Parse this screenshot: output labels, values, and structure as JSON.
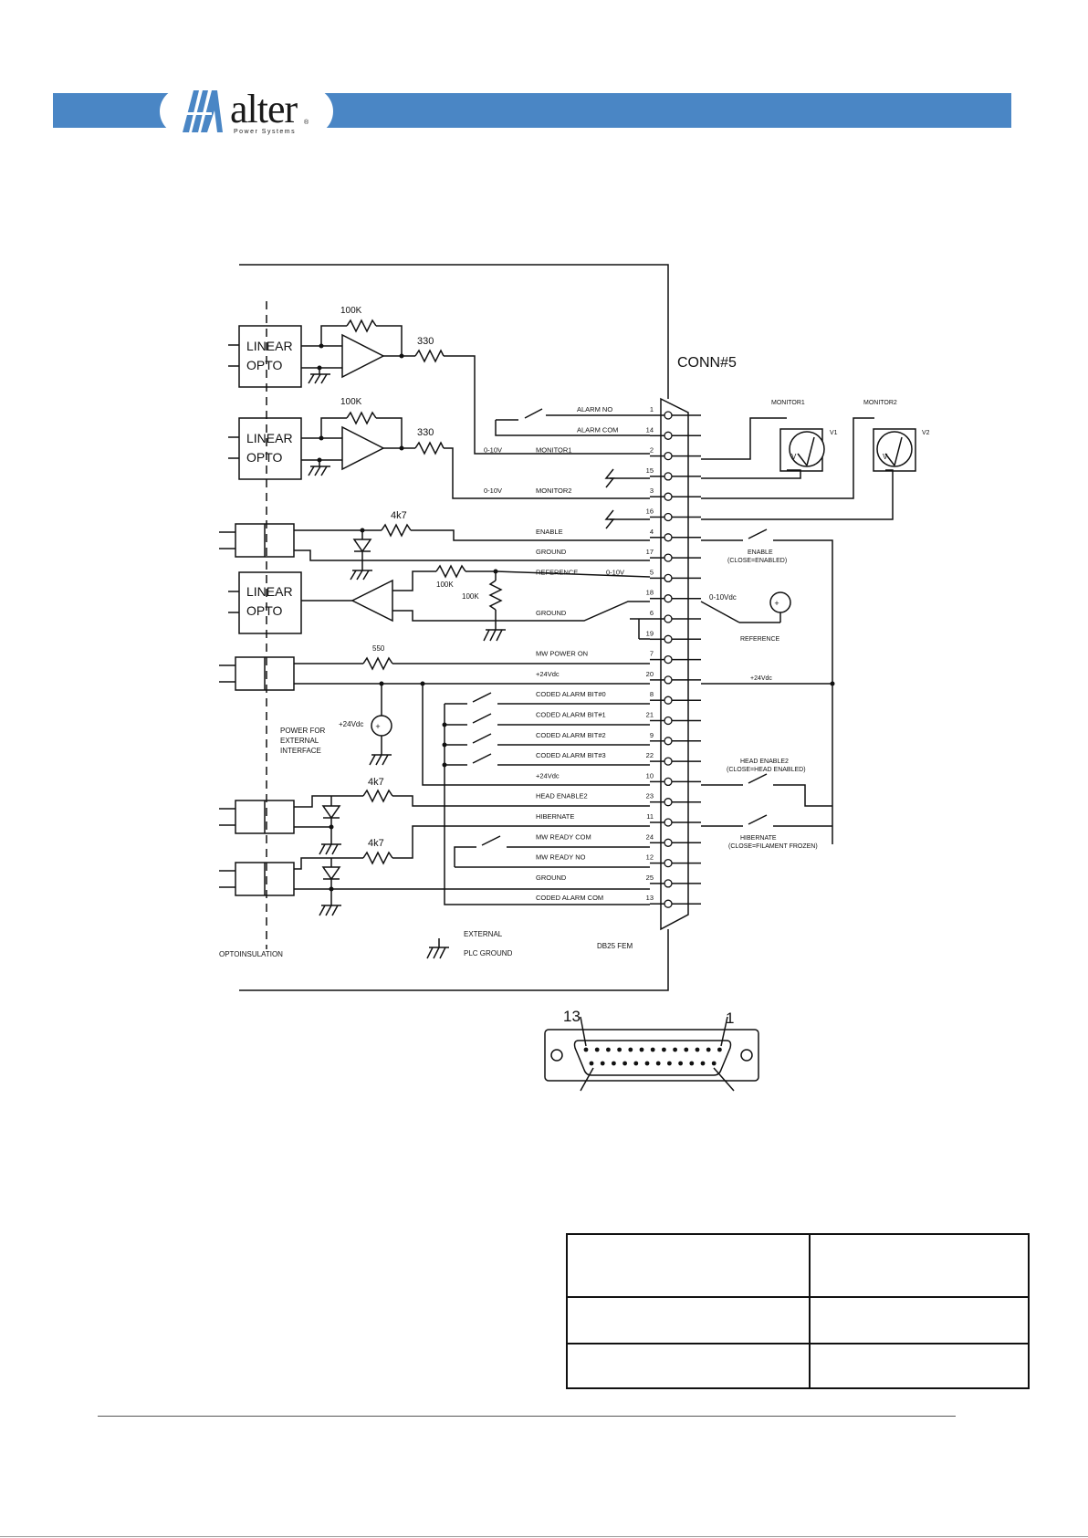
{
  "header": {
    "logo_text": "alter",
    "logo_registered": "®",
    "logo_subtitle": "Power Systems",
    "brand_color": "#4a86c5"
  },
  "diagram": {
    "connector_title": "CONN#5",
    "connector_type": "DB25 FEM",
    "left_blocks": {
      "opto1": [
        "LINEAR",
        "OPTO"
      ],
      "opto2": [
        "LINEAR",
        "OPTO"
      ],
      "opto3": [
        "LINEAR",
        "OPTO"
      ]
    },
    "components": {
      "r100k_1": "100K",
      "r330_1": "330",
      "r100k_2": "100K",
      "r330_2": "330",
      "r4k7_1": "4k7",
      "r100k_3": "100K",
      "r100k_4": "100K",
      "r550": "550",
      "r4k7_2": "4k7",
      "r4k7_3": "4k7",
      "supply_24": "+24Vdc",
      "power_ext": [
        "POWER FOR",
        "EXTERNAL",
        "INTERFACE"
      ],
      "optoinsulation": "OPTOINSULATION",
      "ext_plc": [
        "EXTERNAL",
        "PLC  GROUND"
      ]
    },
    "pins": [
      {
        "num": "1",
        "label": "ALARM  NO",
        "extra": ""
      },
      {
        "num": "14",
        "label": "ALARM  COM",
        "extra": ""
      },
      {
        "num": "2",
        "label": "MONITOR1",
        "extra": "0-10V"
      },
      {
        "num": "15",
        "label": "",
        "extra": ""
      },
      {
        "num": "3",
        "label": "MONITOR2",
        "extra": "0-10V"
      },
      {
        "num": "16",
        "label": "",
        "extra": ""
      },
      {
        "num": "4",
        "label": "ENABLE",
        "extra": ""
      },
      {
        "num": "17",
        "label": "GROUND",
        "extra": ""
      },
      {
        "num": "5",
        "label": "REFERENCE",
        "extra": "0-10V"
      },
      {
        "num": "18",
        "label": "",
        "extra": ""
      },
      {
        "num": "6",
        "label": "GROUND",
        "extra": ""
      },
      {
        "num": "19",
        "label": "",
        "extra": ""
      },
      {
        "num": "7",
        "label": "MW  POWER  ON",
        "extra": ""
      },
      {
        "num": "20",
        "label": "+24Vdc",
        "extra": ""
      },
      {
        "num": "8",
        "label": "CODED  ALARM  BIT#0",
        "extra": ""
      },
      {
        "num": "21",
        "label": "CODED  ALARM  BIT#1",
        "extra": ""
      },
      {
        "num": "9",
        "label": "CODED  ALARM  BIT#2",
        "extra": ""
      },
      {
        "num": "22",
        "label": "CODED  ALARM  BIT#3",
        "extra": ""
      },
      {
        "num": "10",
        "label": "+24Vdc",
        "extra": ""
      },
      {
        "num": "23",
        "label": "HEAD  ENABLE2",
        "extra": ""
      },
      {
        "num": "11",
        "label": "HIBERNATE",
        "extra": ""
      },
      {
        "num": "24",
        "label": "MW  READY  COM",
        "extra": ""
      },
      {
        "num": "12",
        "label": "MW  READY  NO",
        "extra": ""
      },
      {
        "num": "25",
        "label": "GROUND",
        "extra": ""
      },
      {
        "num": "13",
        "label": "CODED  ALARM  COM",
        "extra": ""
      }
    ],
    "right_side": {
      "monitor1": "MONITOR1",
      "monitor2": "MONITOR2",
      "v1": "V1",
      "v2": "V2",
      "meter_letter": "V",
      "enable": [
        "ENABLE",
        "(CLOSE=ENABLED)"
      ],
      "ref_supply": "0-10Vdc",
      "reference": "REFERENCE",
      "supply_24": "+24Vdc",
      "head_enable": [
        "HEAD  ENABLE2",
        "(CLOSE=HEAD  ENABLED)"
      ],
      "hibernate": [
        "HIBERNATE",
        "(CLOSE=FILAMENT  FROZEN)"
      ]
    },
    "db25_view": {
      "pin_13": "13",
      "pin_1": "1"
    }
  }
}
